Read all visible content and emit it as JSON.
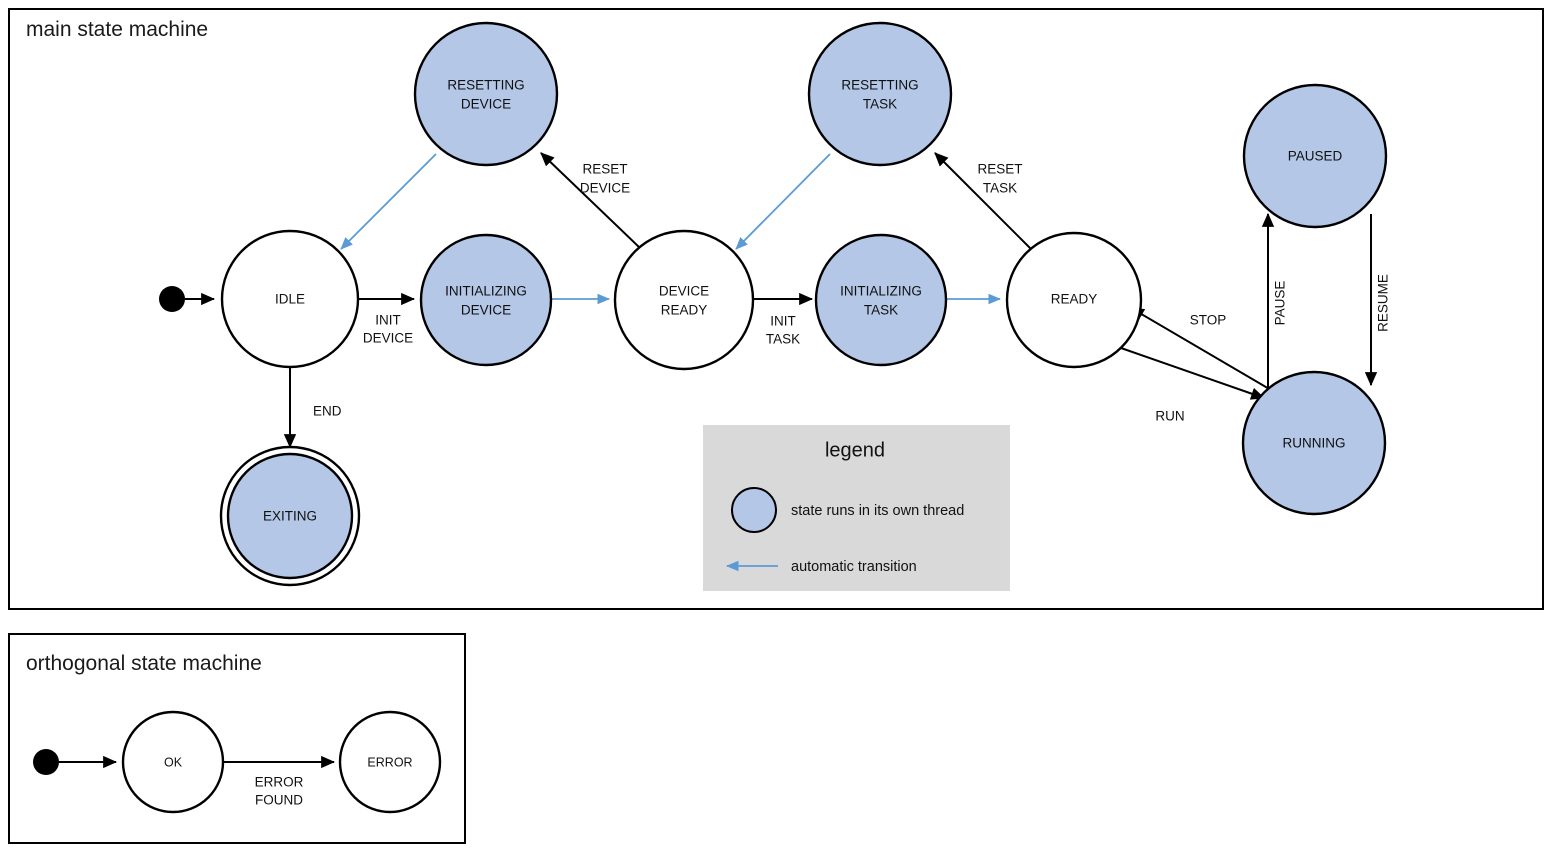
{
  "colors": {
    "threaded_state_fill": "#b4c7e7",
    "plain_state_fill": "#ffffff",
    "state_stroke": "#000000",
    "auto_transition": "#5b9bd5",
    "legend_background": "#d9d9d9",
    "page_background": "#ffffff"
  },
  "main_machine": {
    "title": "main state machine",
    "states": {
      "idle": "IDLE",
      "resetting_device": "RESETTING\nDEVICE",
      "resetting_device_l1": "RESETTING",
      "resetting_device_l2": "DEVICE",
      "initializing_device_l1": "INITIALIZING",
      "initializing_device_l2": "DEVICE",
      "device_ready_l1": "DEVICE",
      "device_ready_l2": "READY",
      "resetting_task_l1": "RESETTING",
      "resetting_task_l2": "TASK",
      "initializing_task_l1": "INITIALIZING",
      "initializing_task_l2": "TASK",
      "ready": "READY",
      "paused": "PAUSED",
      "running": "RUNNING",
      "exiting": "EXITING"
    },
    "transitions": {
      "init_device_l1": "INIT",
      "init_device_l2": "DEVICE",
      "reset_device_l1": "RESET",
      "reset_device_l2": "DEVICE",
      "init_task_l1": "INIT",
      "init_task_l2": "TASK",
      "reset_task_l1": "RESET",
      "reset_task_l2": "TASK",
      "end": "END",
      "run": "RUN",
      "stop": "STOP",
      "pause": "PAUSE",
      "resume": "RESUME"
    }
  },
  "legend": {
    "title": "legend",
    "thread_item": "state runs in its own thread",
    "auto_item": "automatic transition"
  },
  "orthogonal_machine": {
    "title": "orthogonal state machine",
    "states": {
      "ok": "OK",
      "error": "ERROR"
    },
    "transitions": {
      "error_found_l1": "ERROR",
      "error_found_l2": "FOUND"
    }
  }
}
